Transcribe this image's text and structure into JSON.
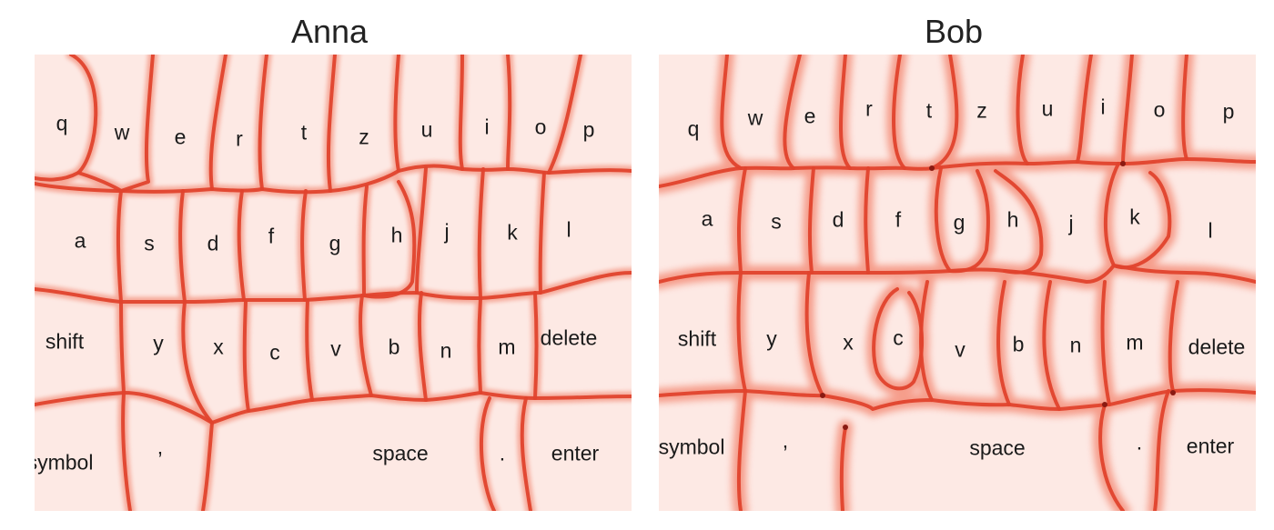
{
  "colors": {
    "background": "#fde9e4",
    "boundary": "#e8442f",
    "boundary_glow": "#f79a89",
    "junction": "#8a1a12"
  },
  "panels": [
    {
      "title": "Anna",
      "keys": [
        "q",
        "w",
        "e",
        "r",
        "t",
        "z",
        "u",
        "i",
        "o",
        "p",
        "a",
        "s",
        "d",
        "f",
        "g",
        "h",
        "j",
        "k",
        "l",
        "shift",
        "y",
        "x",
        "c",
        "v",
        "b",
        "n",
        "m",
        "delete",
        "symbol",
        ",",
        "space",
        ".",
        "enter"
      ]
    },
    {
      "title": "Bob",
      "keys": [
        "q",
        "w",
        "e",
        "r",
        "t",
        "z",
        "u",
        "i",
        "o",
        "p",
        "a",
        "s",
        "d",
        "f",
        "g",
        "h",
        "j",
        "k",
        "l",
        "shift",
        "y",
        "x",
        "c",
        "v",
        "b",
        "n",
        "m",
        "delete",
        "symbol",
        ",",
        "space",
        "·",
        "enter"
      ]
    }
  ]
}
